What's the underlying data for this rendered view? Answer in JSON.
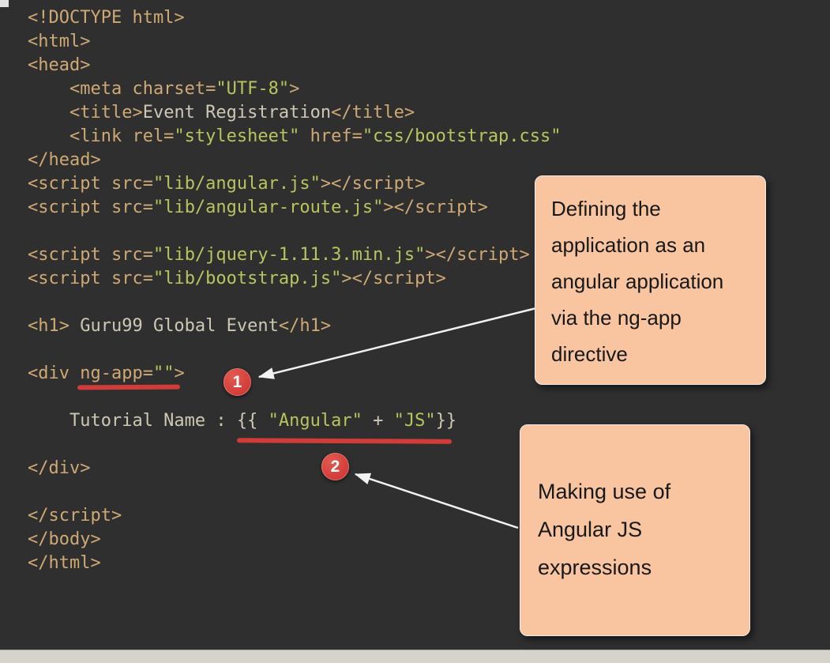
{
  "window": {
    "background": "#2f2f2f",
    "scrollbar_color": "#d6d3cb"
  },
  "editor": {
    "colors": {
      "tag": "#cfa973",
      "string": "#b9c45e",
      "text": "#cdc7b4"
    },
    "lines": [
      {
        "segments": [
          {
            "t": "<!DOCTYPE html>",
            "c": "tag"
          }
        ]
      },
      {
        "segments": [
          {
            "t": "<html>",
            "c": "tag"
          }
        ]
      },
      {
        "segments": [
          {
            "t": "<head>",
            "c": "tag"
          }
        ]
      },
      {
        "segments": [
          {
            "t": "    <meta charset=",
            "c": "tag"
          },
          {
            "t": "\"UTF-8\"",
            "c": "str"
          },
          {
            "t": ">",
            "c": "tag"
          }
        ]
      },
      {
        "segments": [
          {
            "t": "    <title>",
            "c": "tag"
          },
          {
            "t": "Event Registration",
            "c": "txt"
          },
          {
            "t": "</title>",
            "c": "tag"
          }
        ]
      },
      {
        "segments": [
          {
            "t": "    <link rel=",
            "c": "tag"
          },
          {
            "t": "\"stylesheet\"",
            "c": "str"
          },
          {
            "t": " href=",
            "c": "tag"
          },
          {
            "t": "\"css/bootstrap.css\"",
            "c": "str"
          }
        ]
      },
      {
        "segments": [
          {
            "t": "</head>",
            "c": "tag"
          }
        ]
      },
      {
        "segments": [
          {
            "t": "<script src=",
            "c": "tag"
          },
          {
            "t": "\"lib/angular.js\"",
            "c": "str"
          },
          {
            "t": "></script>",
            "c": "tag"
          }
        ]
      },
      {
        "segments": [
          {
            "t": "<script src=",
            "c": "tag"
          },
          {
            "t": "\"lib/angular-route.js\"",
            "c": "str"
          },
          {
            "t": "></script>",
            "c": "tag"
          }
        ]
      },
      {
        "segments": []
      },
      {
        "segments": [
          {
            "t": "<script src=",
            "c": "tag"
          },
          {
            "t": "\"lib/jquery-1.11.3.min.js\"",
            "c": "str"
          },
          {
            "t": "></script>",
            "c": "tag"
          }
        ]
      },
      {
        "segments": [
          {
            "t": "<script src=",
            "c": "tag"
          },
          {
            "t": "\"lib/bootstrap.js\"",
            "c": "str"
          },
          {
            "t": "></script>",
            "c": "tag"
          }
        ]
      },
      {
        "segments": []
      },
      {
        "segments": [
          {
            "t": "<h1>",
            "c": "tag"
          },
          {
            "t": " Guru99 Global Event",
            "c": "txt"
          },
          {
            "t": "</h1>",
            "c": "tag"
          }
        ]
      },
      {
        "segments": []
      },
      {
        "segments": [
          {
            "t": "<div ",
            "c": "tag"
          },
          {
            "t": "ng-app=",
            "c": "tag"
          },
          {
            "t": "\"\"",
            "c": "str"
          },
          {
            "t": ">",
            "c": "tag"
          }
        ]
      },
      {
        "segments": []
      },
      {
        "segments": [
          {
            "t": "    Tutorial Name : ",
            "c": "txt"
          },
          {
            "t": "{{ ",
            "c": "txt"
          },
          {
            "t": "\"Angular\"",
            "c": "str"
          },
          {
            "t": " + ",
            "c": "txt"
          },
          {
            "t": "\"JS\"",
            "c": "str"
          },
          {
            "t": "}}",
            "c": "txt"
          }
        ]
      },
      {
        "segments": []
      },
      {
        "segments": [
          {
            "t": "</div>",
            "c": "tag"
          }
        ]
      },
      {
        "segments": []
      },
      {
        "segments": [
          {
            "t": "</script>",
            "c": "tag"
          }
        ]
      },
      {
        "segments": [
          {
            "t": "</body>",
            "c": "tag"
          }
        ]
      },
      {
        "segments": [
          {
            "t": "</html>",
            "c": "tag"
          }
        ]
      }
    ]
  },
  "annotations": {
    "accent_red": "#d23c38",
    "callout_bg": "#f8c5a0",
    "markers": [
      {
        "label": "1"
      },
      {
        "label": "2"
      }
    ],
    "callouts": [
      {
        "lines": [
          "Defining the",
          "application as an",
          "angular application",
          "via the ng-app",
          "directive"
        ]
      },
      {
        "lines": [
          "Making use of",
          "Angular JS",
          "expressions"
        ]
      }
    ]
  }
}
